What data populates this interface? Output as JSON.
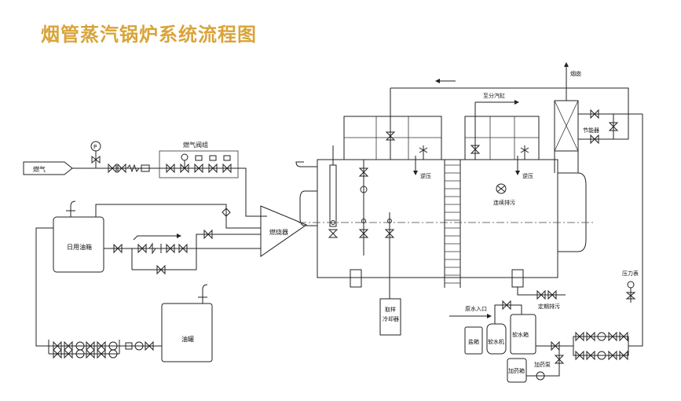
{
  "title": "烟管蒸汽锅炉系统流程图",
  "labels": {
    "gas": "燃气",
    "gas_valve_group": "燃气阀组",
    "daily_oil_tank": "日用油箱",
    "oil_tank": "油罐",
    "burner": "燃烧器",
    "sampling_cooler_l1": "取样",
    "sampling_cooler_l2": "冷却器",
    "to_sub_cylinder": "至分汽缸",
    "chimney": "烟囱",
    "economizer": "节能器",
    "return_pressure_left": "逆压",
    "return_pressure_right": "逆压",
    "continuous_blowdown": "连续排污",
    "periodic_blowdown": "定期排污",
    "raw_water_inlet": "原水入口",
    "salt_tank": "盐箱",
    "softener": "软水机",
    "soft_water_tank": "软水箱",
    "dosing_tank": "加药箱",
    "dosing_pump": "加药泵",
    "pressure_gauge": "压力表"
  },
  "icons": {
    "pressure_gauge_symbol": "P"
  },
  "colors": {
    "title": "#d9a43a",
    "line": "#222222"
  }
}
